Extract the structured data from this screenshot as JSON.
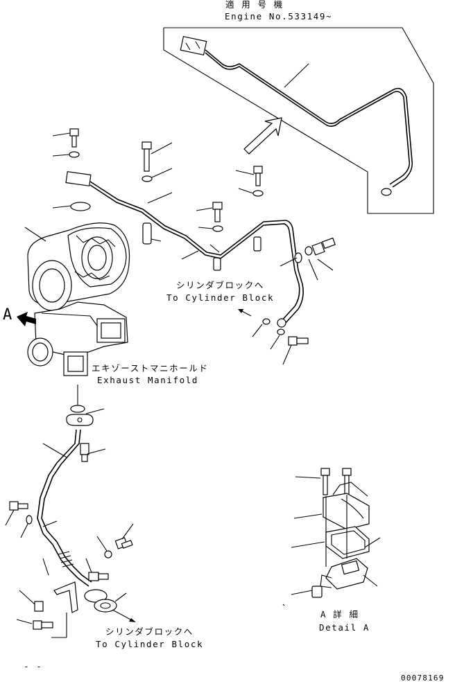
{
  "applicable": {
    "jp": "適 用 号 機",
    "en": "Engine No.533149~"
  },
  "labels": {
    "to_cylinder_block_upper_jp": "シリンダブロックへ",
    "to_cylinder_block_upper_en": "To Cylinder Block",
    "exhaust_manifold_jp": "エキゾーストマニホールド",
    "exhaust_manifold_en": "Exhaust Manifold",
    "to_cylinder_block_lower_jp": "シリンダブロックへ",
    "to_cylinder_block_lower_en": "To Cylinder Block",
    "view_a": "A",
    "detail_a_jp": "A 詳 細",
    "detail_a_en": "Detail A"
  },
  "footer": {
    "drawing_number": "00078169",
    "page_mark": "- -"
  },
  "icons": [
    "view-arrow-icon",
    "direction-arrow-icon"
  ]
}
